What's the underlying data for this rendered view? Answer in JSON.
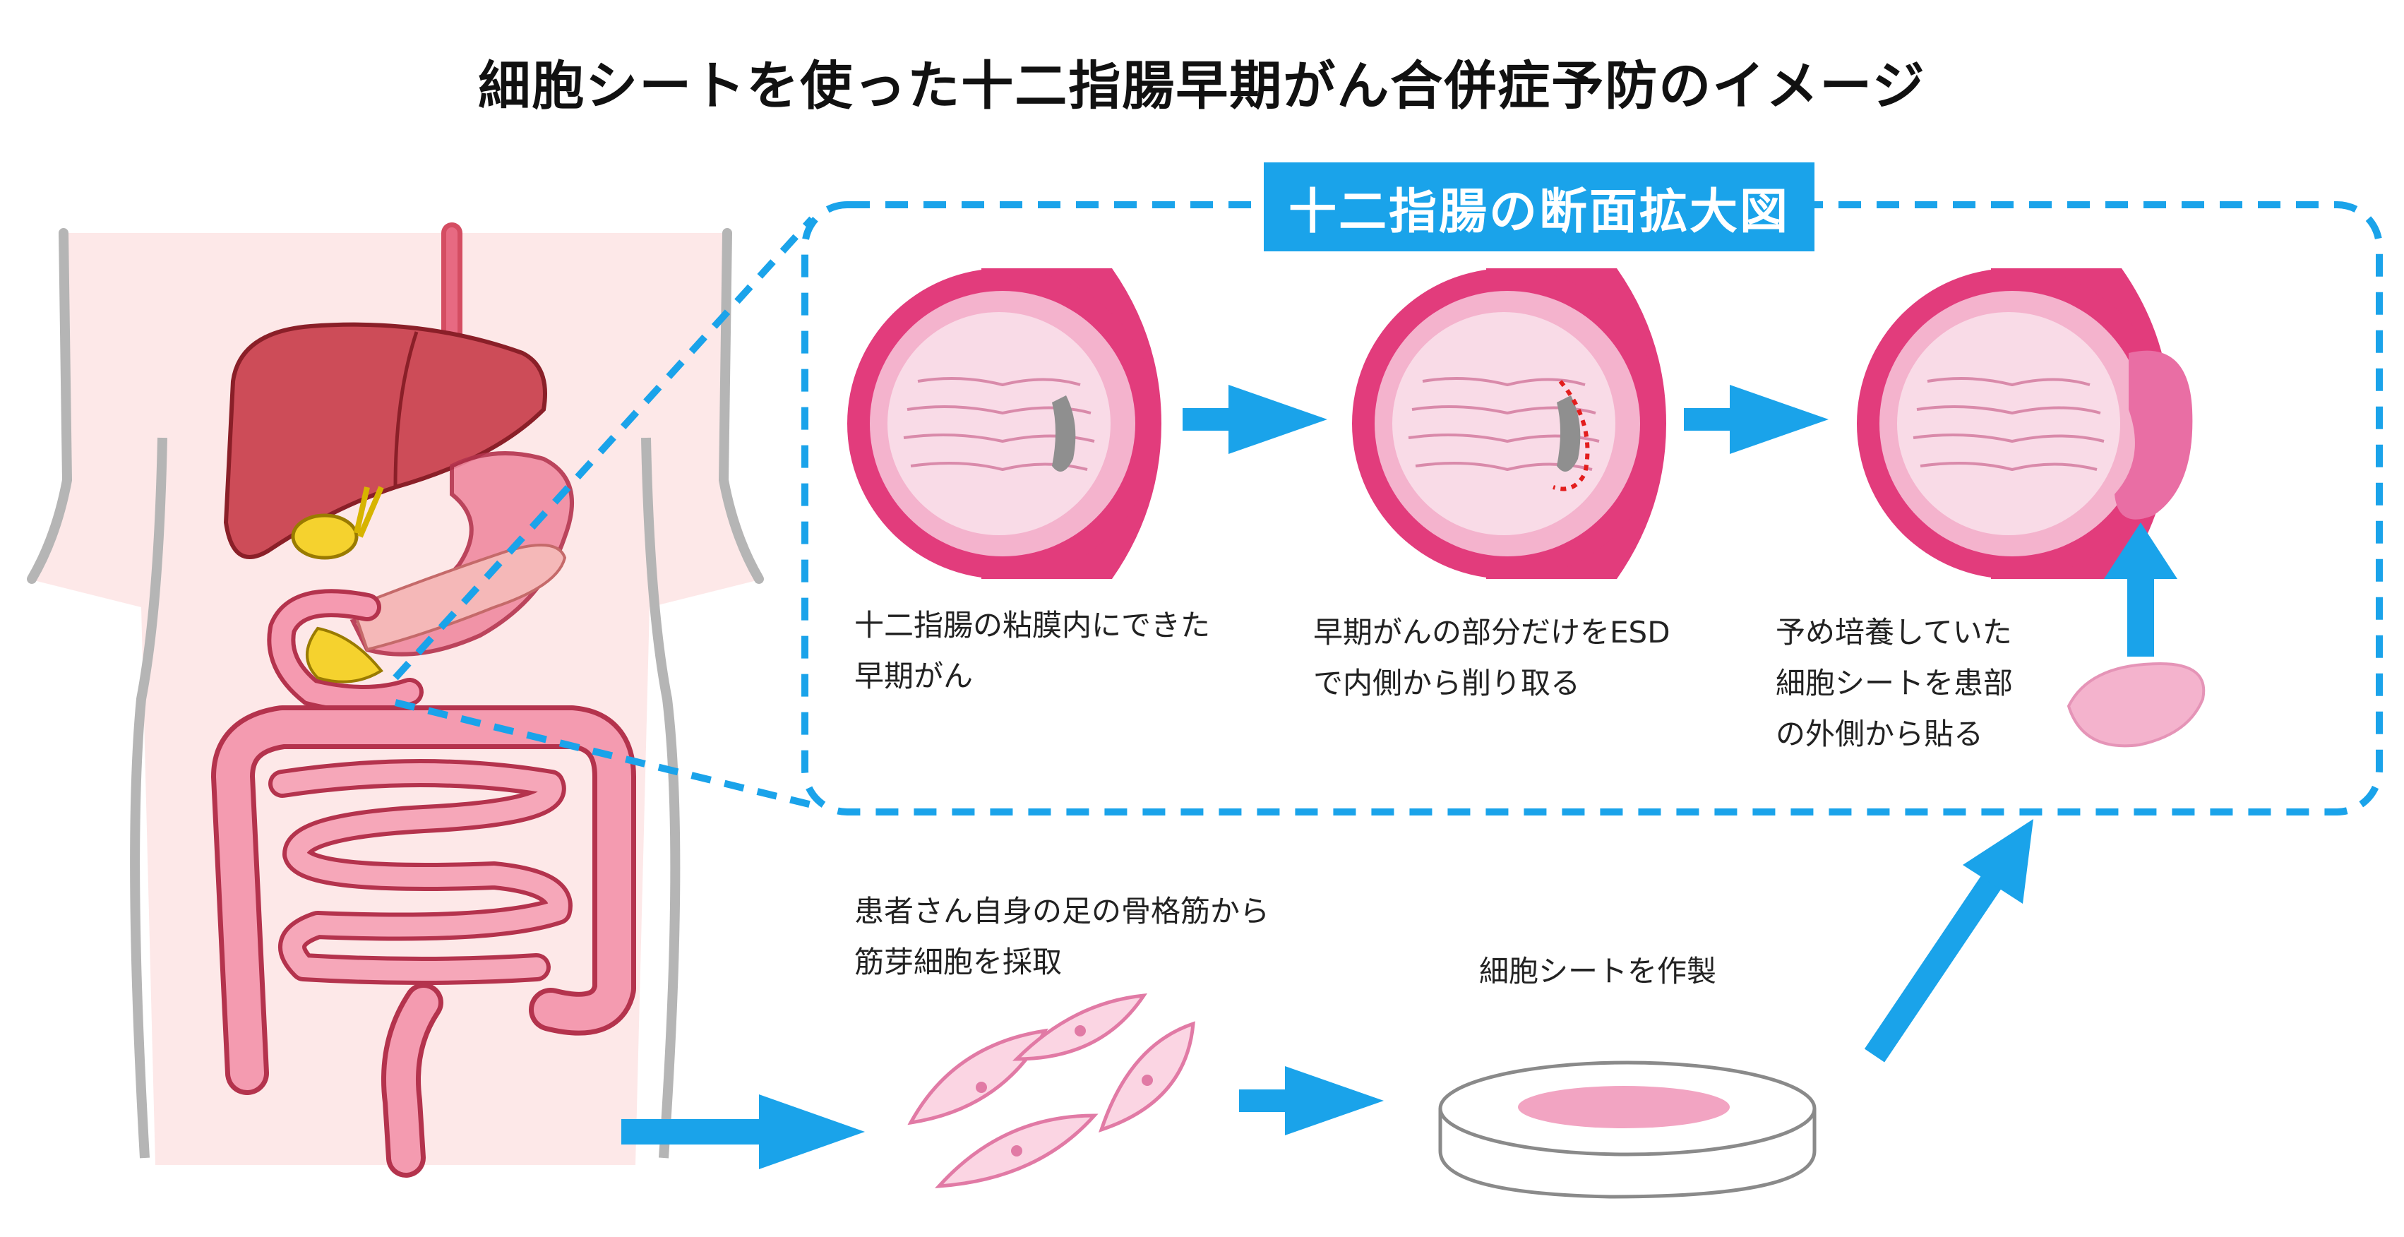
{
  "title": "細胞シートを使った十二指腸早期がん合併症予防のイメージ",
  "section_badge": "十二指腸の断面拡大図",
  "steps": [
    {
      "lines": [
        "十二指腸の粘膜内にできた",
        "早期がん"
      ]
    },
    {
      "lines": [
        "早期がんの部分だけをESD",
        "で内側から削り取る"
      ]
    },
    {
      "lines": [
        "予め培養していた",
        "細胞シートを患部",
        "の外側から貼る"
      ]
    }
  ],
  "cell_harvest": {
    "lines": [
      "患者さん自身の足の骨格筋から",
      "筋芽細胞を採取"
    ]
  },
  "sheet_making": {
    "label": "細胞シートを作製"
  },
  "colors": {
    "accent_blue": "#1aa3ea",
    "duodenum_pink": "#e23c7c",
    "mucosa_pink": "#f4b3cd",
    "tumor_gray": "#8f8f8f",
    "skin": "#fde8e8",
    "liver": "#c9454f",
    "gallbladder": "#f5d22e"
  }
}
